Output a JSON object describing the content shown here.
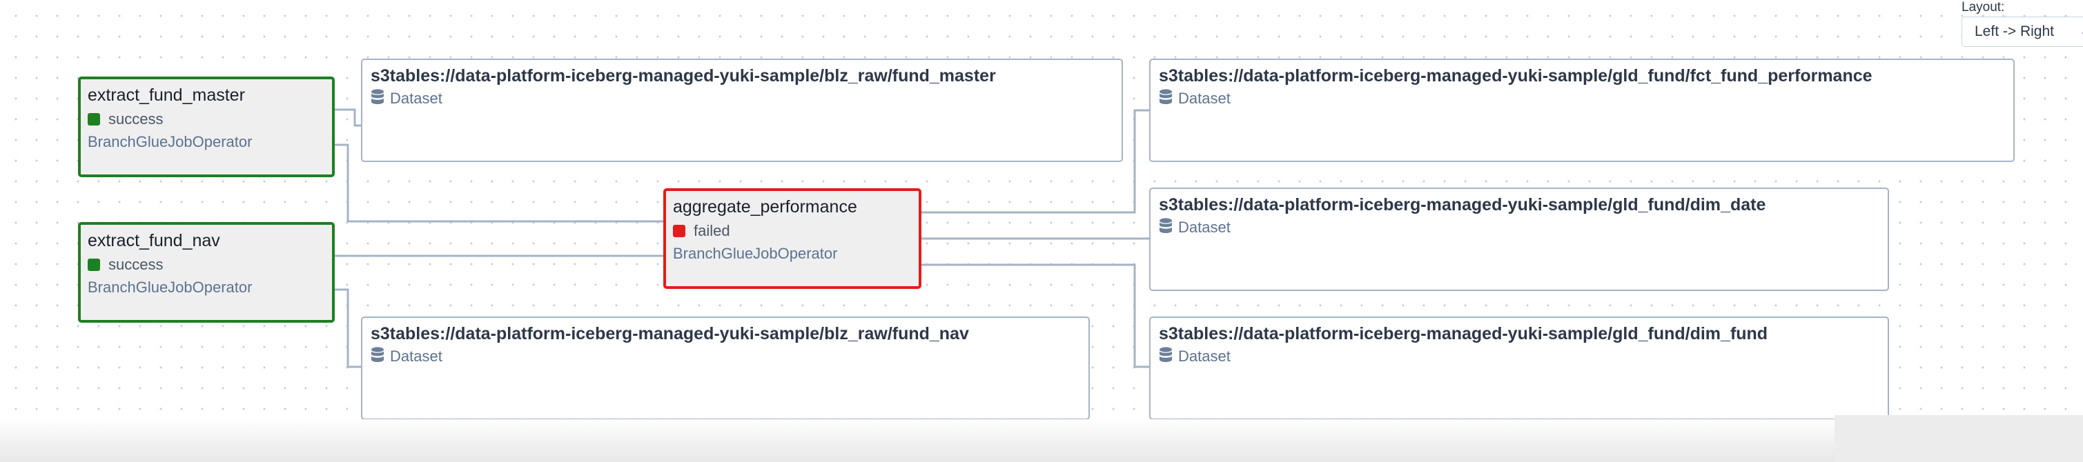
{
  "graph": {
    "tasks": [
      {
        "id": "extract_fund_master",
        "label": "extract_fund_master",
        "state": "success",
        "state_color": "#1e7f23",
        "border_color": "#1e7f23",
        "operator": "BranchGlueJobOperator"
      },
      {
        "id": "extract_fund_nav",
        "label": "extract_fund_nav",
        "state": "success",
        "state_color": "#1e7f23",
        "border_color": "#1e7f23",
        "operator": "BranchGlueJobOperator"
      },
      {
        "id": "aggregate_performance",
        "label": "aggregate_performance",
        "state": "failed",
        "state_color": "#e11d1d",
        "border_color": "#e11d1d",
        "operator": "BranchGlueJobOperator"
      }
    ],
    "datasets": [
      {
        "id": "ds_fund_master",
        "uri": "s3tables://data-platform-iceberg-managed-yuki-sample/blz_raw/fund_master",
        "type_label": "Dataset",
        "icon": "database-icon"
      },
      {
        "id": "ds_fund_nav",
        "uri": "s3tables://data-platform-iceberg-managed-yuki-sample/blz_raw/fund_nav",
        "type_label": "Dataset",
        "icon": "database-icon"
      },
      {
        "id": "ds_fct_fund_performance",
        "uri": "s3tables://data-platform-iceberg-managed-yuki-sample/gld_fund/fct_fund_performance",
        "type_label": "Dataset",
        "icon": "database-icon"
      },
      {
        "id": "ds_dim_date",
        "uri": "s3tables://data-platform-iceberg-managed-yuki-sample/gld_fund/dim_date",
        "type_label": "Dataset",
        "icon": "database-icon"
      },
      {
        "id": "ds_dim_fund",
        "uri": "s3tables://data-platform-iceberg-managed-yuki-sample/gld_fund/dim_fund",
        "type_label": "Dataset",
        "icon": "database-icon"
      }
    ],
    "edges": [
      {
        "from": "extract_fund_master",
        "to": "ds_fund_master"
      },
      {
        "from": "extract_fund_master",
        "to": "aggregate_performance"
      },
      {
        "from": "extract_fund_nav",
        "to": "aggregate_performance"
      },
      {
        "from": "extract_fund_nav",
        "to": "ds_fund_nav"
      },
      {
        "from": "aggregate_performance",
        "to": "ds_fct_fund_performance"
      },
      {
        "from": "aggregate_performance",
        "to": "ds_dim_date"
      },
      {
        "from": "aggregate_performance",
        "to": "ds_dim_fund"
      }
    ],
    "edge_color": "#a6b3c6",
    "grid_dot_color": "#c9ced6"
  },
  "layout_control": {
    "label": "Layout:",
    "selected": "Left -> Right"
  }
}
